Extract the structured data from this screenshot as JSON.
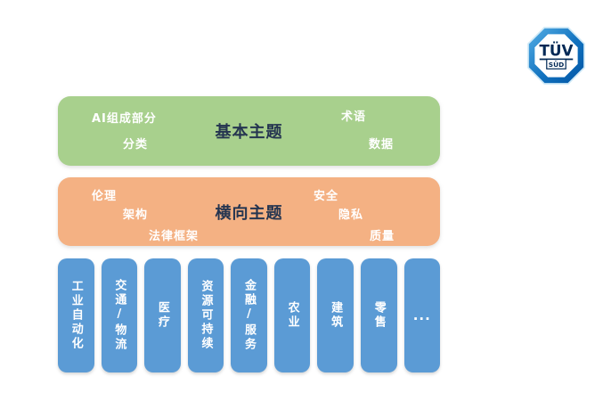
{
  "logo": {
    "line1": "TÜV",
    "line2": "SÜD"
  },
  "colors": {
    "basic_box": "#a8d08d",
    "horizontal_box": "#f4b183",
    "sector_bar": "#5b9bd5",
    "title_text": "#253550",
    "label_text": "#ffffff",
    "logo_blue_dark": "#0054a4",
    "logo_blue_light": "#56b0e6",
    "logo_navy": "#002855"
  },
  "basic_topics": {
    "title": "基本主题",
    "items": [
      {
        "label": "AI组成部分"
      },
      {
        "label": "分类"
      },
      {
        "label": "术语"
      },
      {
        "label": "数据"
      }
    ]
  },
  "horizontal_topics": {
    "title": "横向主题",
    "items": [
      {
        "label": "伦理"
      },
      {
        "label": "架构"
      },
      {
        "label": "法律框架"
      },
      {
        "label": "安全"
      },
      {
        "label": "隐私"
      },
      {
        "label": "质量"
      }
    ]
  },
  "sectors": {
    "items": [
      {
        "label": "工业自动化"
      },
      {
        "label": "交通/物流"
      },
      {
        "label": "医疗"
      },
      {
        "label": "资源可持续"
      },
      {
        "label": "金融/服务"
      },
      {
        "label": "农业"
      },
      {
        "label": "建筑"
      },
      {
        "label": "零售"
      },
      {
        "label": "..."
      }
    ]
  }
}
